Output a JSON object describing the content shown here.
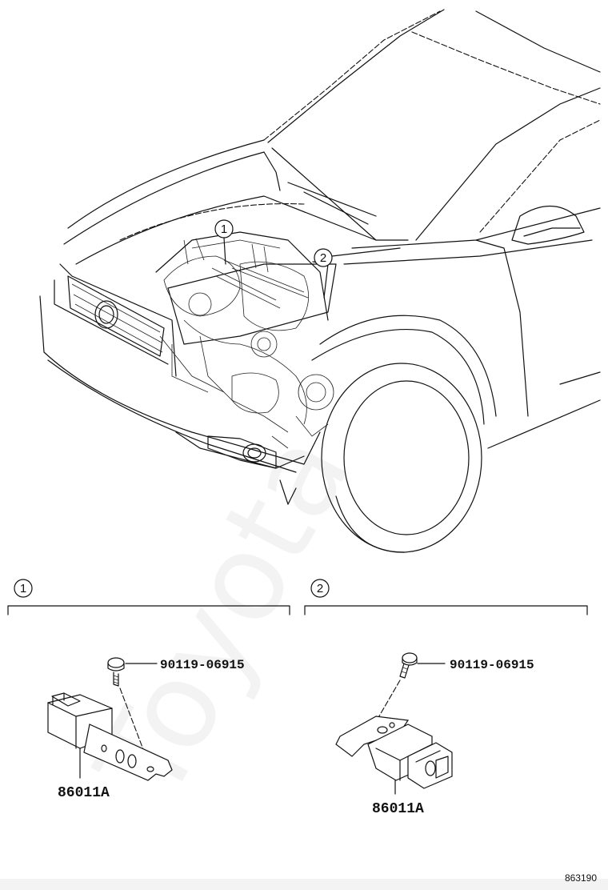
{
  "callouts": [
    "1",
    "2"
  ],
  "sections": [
    {
      "index": "1",
      "bolt_part": "90119-06915",
      "sensor_part": "86011A"
    },
    {
      "index": "2",
      "bolt_part": "90119-06915",
      "sensor_part": "86011A"
    }
  ],
  "watermark": "Toyota",
  "drawing_number": "863190"
}
